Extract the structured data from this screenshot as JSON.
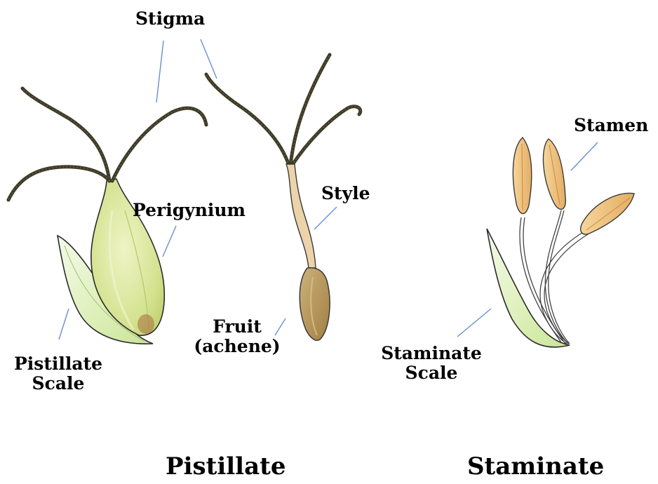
{
  "labels": {
    "stigma": "Stigma",
    "perigynium": "Perigynium",
    "pistillate_scale_1": "Pistillate",
    "pistillate_scale_2": "Scale",
    "style": "Style",
    "fruit_1": "Fruit",
    "fruit_2": "(achene)",
    "stamen": "Stamen",
    "staminate_scale_1": "Staminate",
    "staminate_scale_2": "Scale"
  },
  "captions": {
    "pistillate": "Pistillate",
    "staminate": "Staminate"
  },
  "colors": {
    "leader_line": "#6a8fd0",
    "scale_fill": "#e4f3c4",
    "perigynium_fill": "#d8e89a",
    "stigma": "#3a3a2a",
    "style_fill": "#e7c79b",
    "achene_fill": "#b99a5c",
    "anther_fill": "#efc27f"
  }
}
